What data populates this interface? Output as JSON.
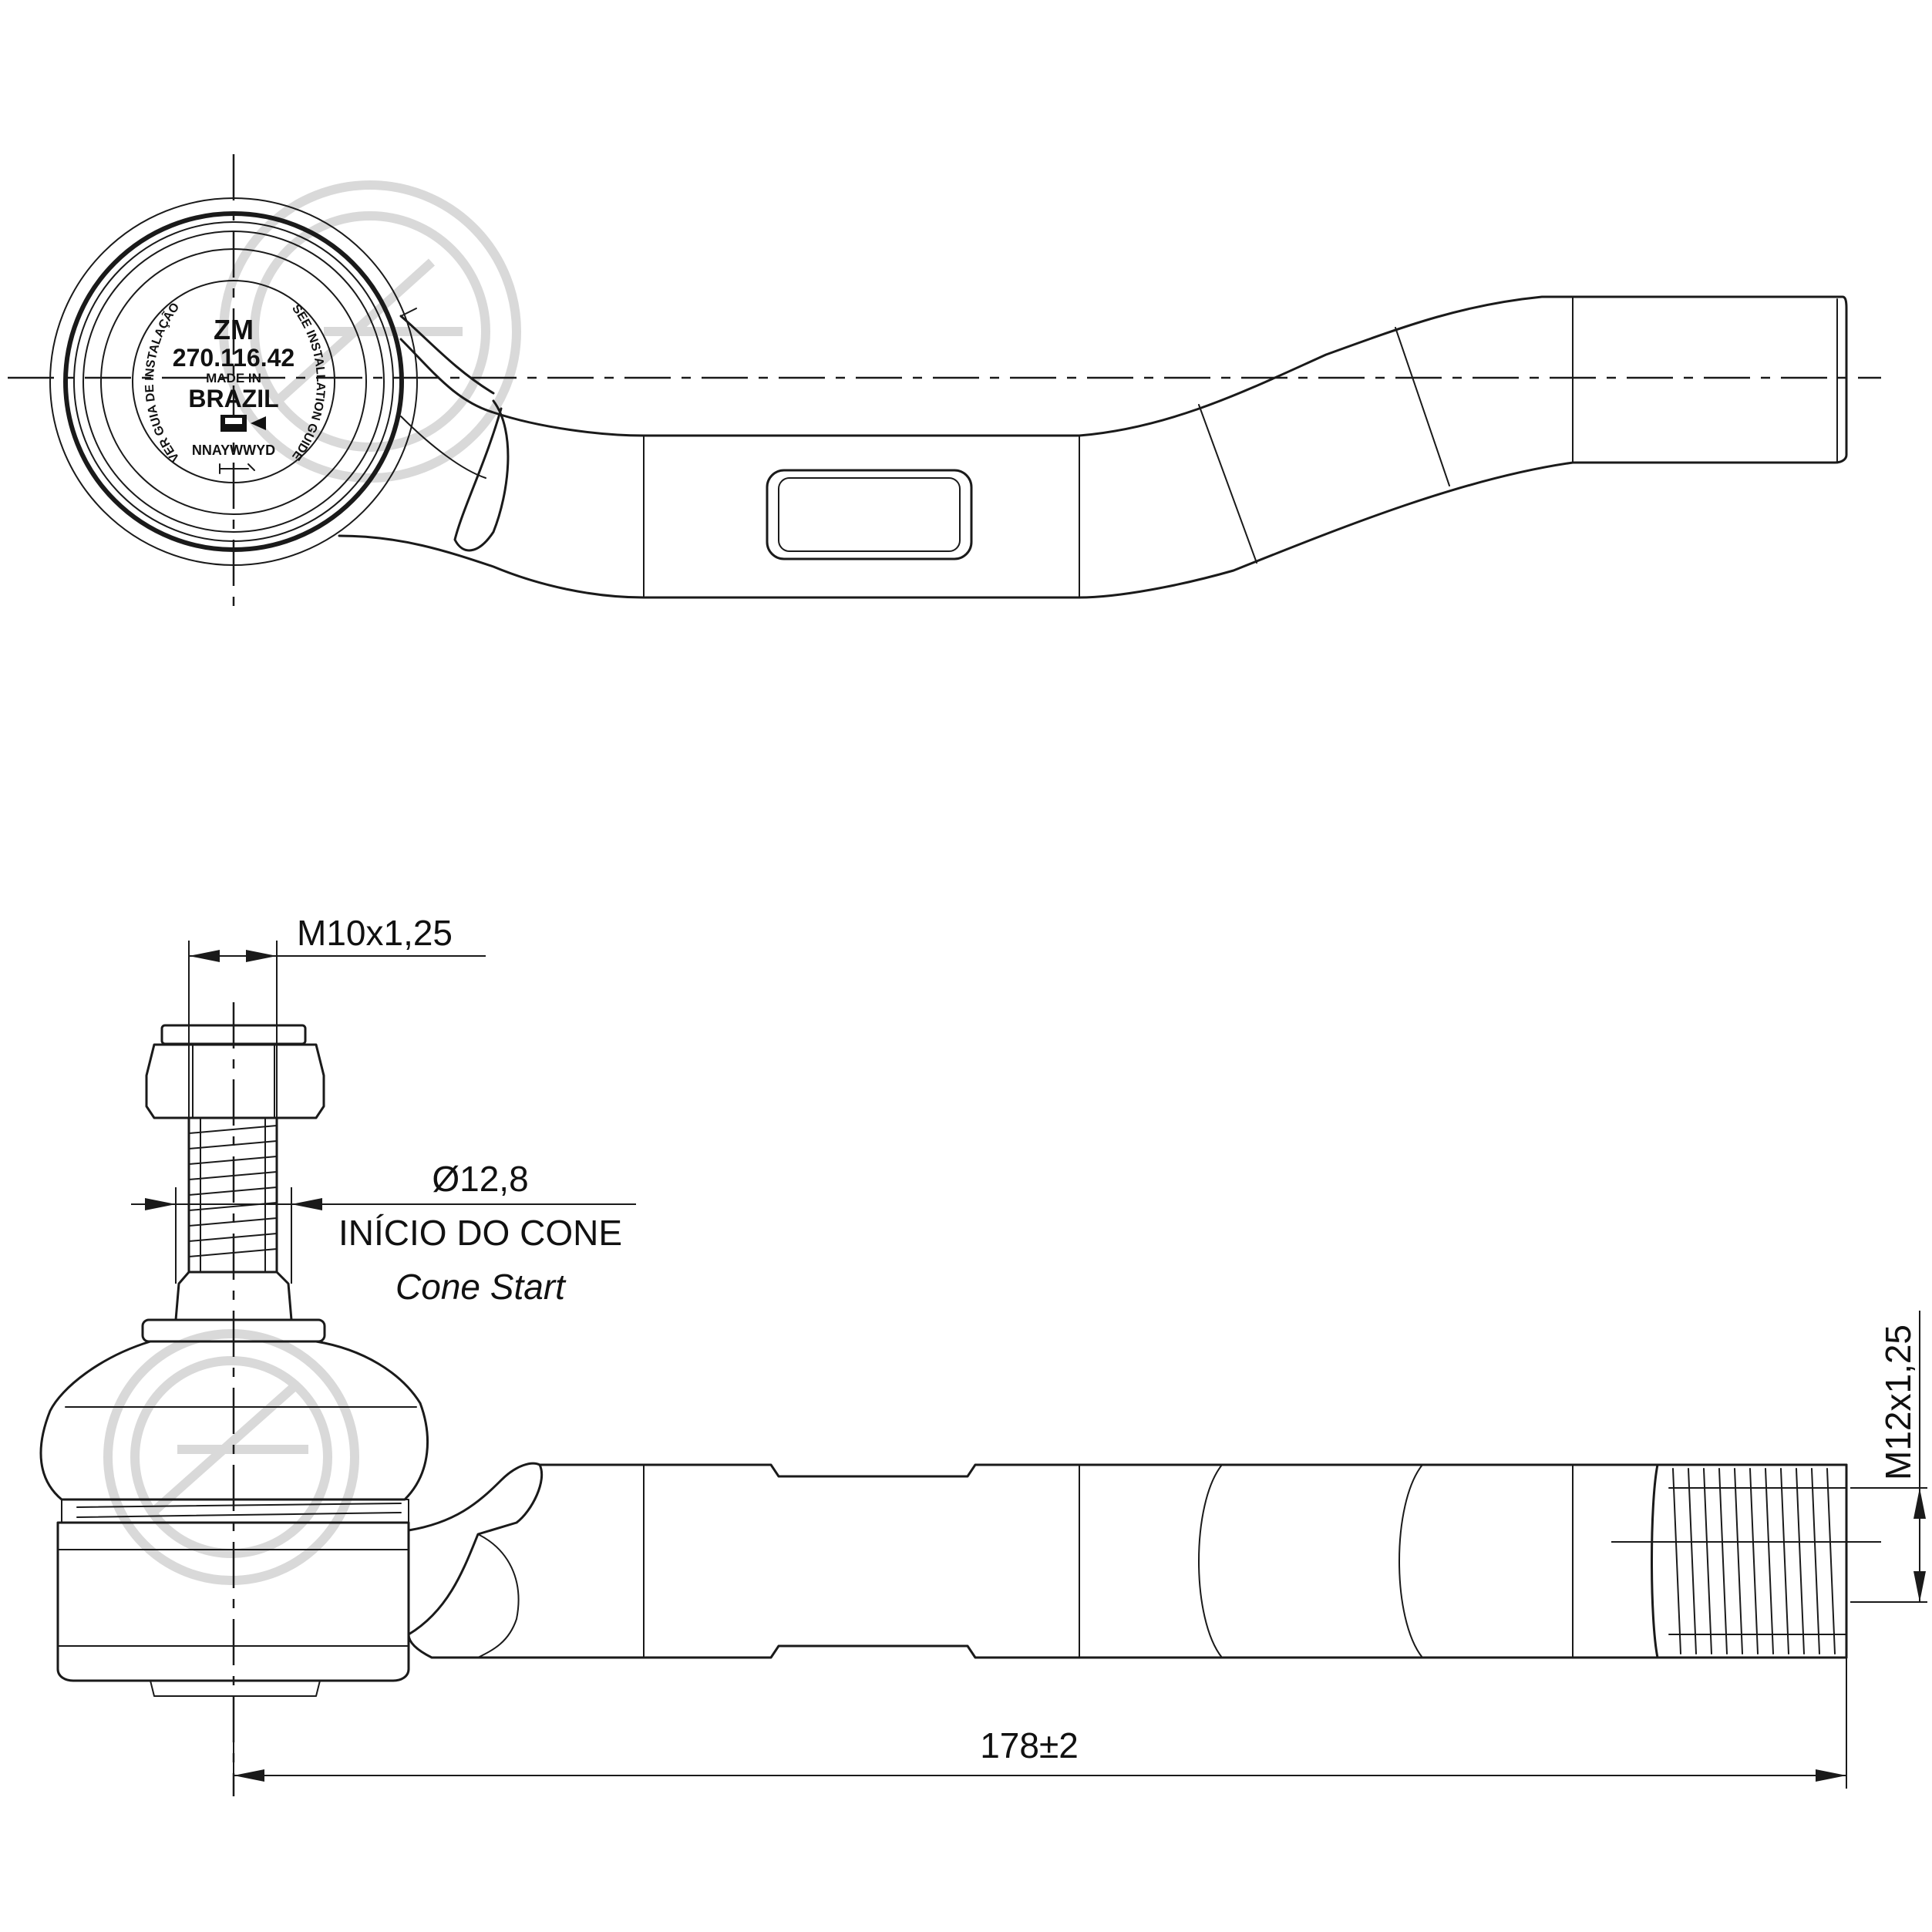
{
  "drawing": {
    "stamp": {
      "brand": "ZM",
      "part_number": "270.116.42",
      "made_in": "MADE IN",
      "country": "BRAZIL",
      "date_code": "NNAYWWYD",
      "ring_left": "VER GUIA DE INSTALAÇÃO",
      "ring_right": "SEE INSTALLATION GUIDE"
    },
    "dimensions": {
      "stud_thread": "M10x1,25",
      "cone_diameter": "Ø12,8",
      "cone_start_pt": "INÍCIO DO CONE",
      "cone_start_en": "Cone Start",
      "rod_thread": "M12x1,25",
      "overall_length": "178±2"
    }
  }
}
